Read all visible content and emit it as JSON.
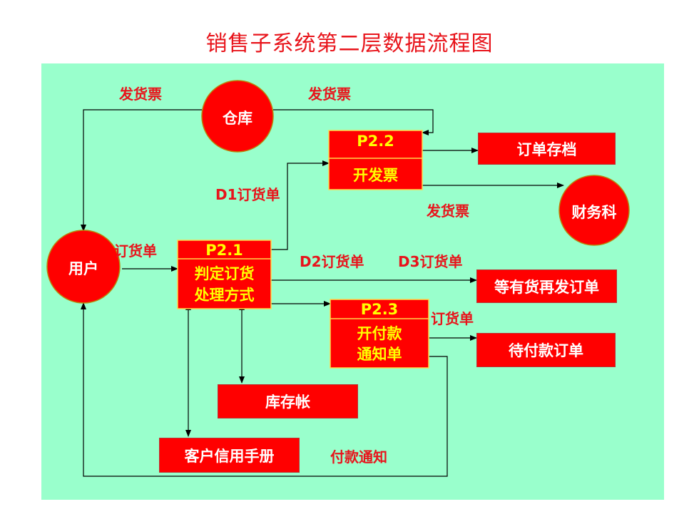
{
  "title": "销售子系统第二层数据流程图",
  "entities": {
    "warehouse": "仓库",
    "user": "用户",
    "finance": "财务科"
  },
  "processes": {
    "p21": {
      "id": "P2.1",
      "line1": "判定订货",
      "line2": "处理方式"
    },
    "p22": {
      "id": "P2.2",
      "line1": "开发票"
    },
    "p23": {
      "id": "P2.3",
      "line1": "开付款",
      "line2": "通知单"
    }
  },
  "stores": {
    "order_archive": "订单存档",
    "wait_goods_orders": "等有货再发订单",
    "pending_payment_orders": "待付款订单",
    "inventory_ledger": "库存帐",
    "customer_credit_book": "客户信用手册"
  },
  "flows": {
    "invoice_left": "发货票",
    "invoice_top": "发货票",
    "invoice_finance": "发货票",
    "order_user": "订货单",
    "d1": "D1订货单",
    "d2": "D2订货单",
    "d3": "D3订货单",
    "order_p23": "订货单",
    "payment_notice": "付款通知"
  },
  "colors": {
    "title": "#e8141b",
    "canvas": "#99ffcc",
    "node_fill": "#ff0000",
    "node_text": "#ffff00",
    "label": "#e8141b"
  }
}
